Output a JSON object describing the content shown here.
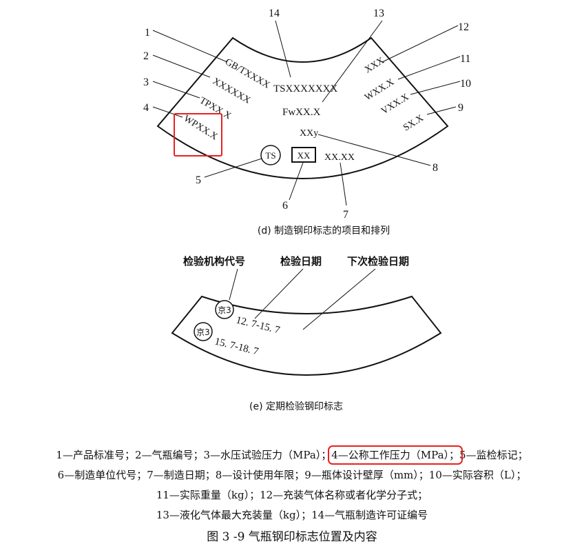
{
  "diagram_d": {
    "marks": {
      "standard": "GB/TXXXX",
      "license": "TSXXXXXXX",
      "serial": "XXXXXX",
      "test_pressure": "TPXX.X",
      "work_pressure": "WPXX.X",
      "fill_weight": "FwXX.X",
      "life": "XXy",
      "inspection_mark": "TS",
      "maker_code": "XX",
      "date": "XX.XX",
      "gas": "XXX",
      "weight": "WXX.X",
      "volume": "VXX.X",
      "thickness": "SX.X"
    },
    "numbers": [
      "1",
      "2",
      "3",
      "4",
      "5",
      "6",
      "7",
      "8",
      "9",
      "10",
      "11",
      "12",
      "13",
      "14"
    ],
    "caption": "(d)  制造钢印标志的项目和排列",
    "highlight_color": "#e8201f"
  },
  "diagram_e": {
    "labels": [
      "检验机构代号",
      "检验日期",
      "下次检验日期"
    ],
    "seal": "京3",
    "row1": "12. 7-15. 7",
    "row2": "15. 7-18. 7",
    "caption": "(e)  定期检验钢印标志"
  },
  "legend": {
    "line1_a": "1—产品标准号；2—气瓶编号；3—水压试验压力（MPa）；",
    "line1_b": "4—公称工作压力（MPa）；",
    "line1_c": "5—监检标记；",
    "line2": "6—制造单位代号；7—制造日期；8—设计使用年限；9—瓶体设计壁厚（mm）；10—实际容积（L）；",
    "line3": "11—实际重量（kg）；12—充装气体名称或者化学分子式；",
    "line4": "13—液化气体最大充装量（kg）；14—气瓶制造许可证编号",
    "title": "图 3 -9   气瓶钢印标志位置及内容"
  }
}
